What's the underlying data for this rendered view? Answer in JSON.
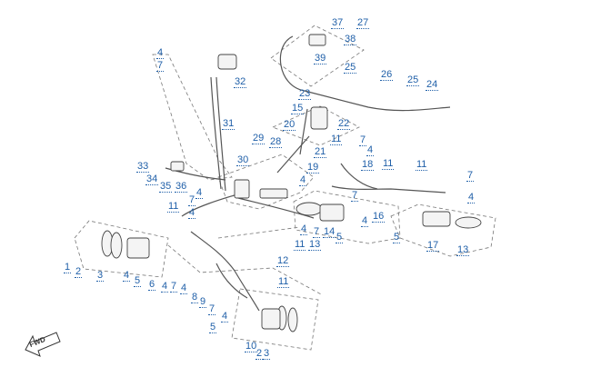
{
  "diagram": {
    "fwd_label": "FWD",
    "callouts": [
      "1",
      "2",
      "3",
      "4",
      "5",
      "6",
      "7",
      "8",
      "9",
      "10",
      "11",
      "12",
      "13",
      "14",
      "15",
      "16",
      "17",
      "18",
      "19",
      "20",
      "21",
      "22",
      "23",
      "24",
      "25",
      "26",
      "27",
      "28",
      "29",
      "30",
      "31",
      "32",
      "33",
      "34",
      "35",
      "36",
      "37",
      "38",
      "39"
    ]
  },
  "colors": {
    "callout": "#1f5fa8",
    "line": "#555555",
    "frame": "#777777"
  }
}
